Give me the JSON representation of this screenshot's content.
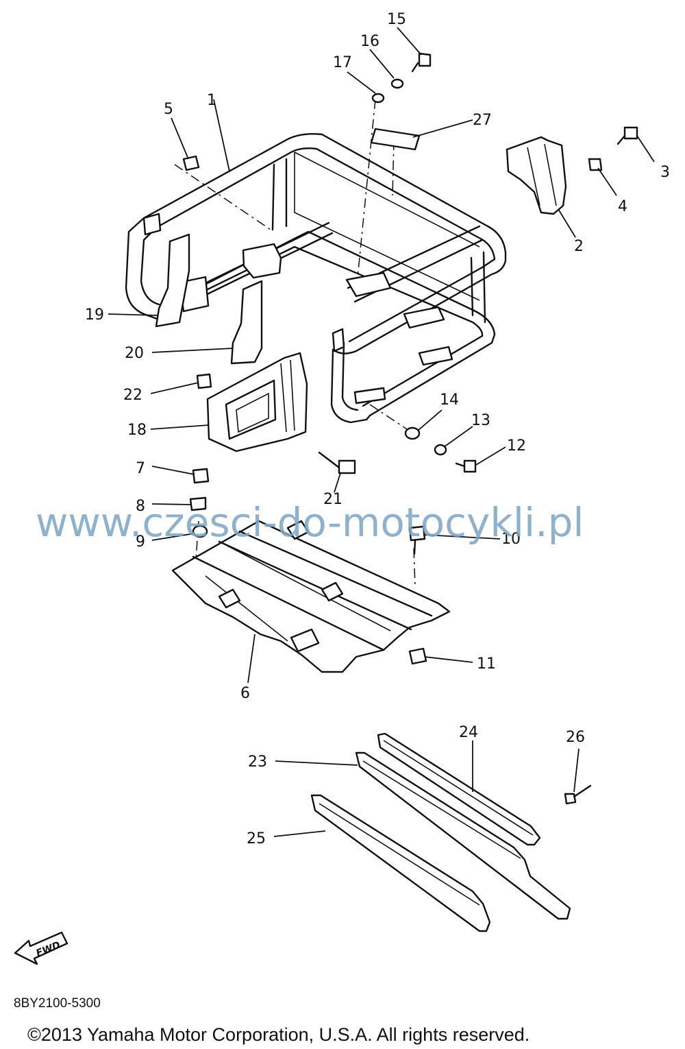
{
  "diagram": {
    "parts": [
      {
        "id": "1",
        "label": "1"
      },
      {
        "id": "2",
        "label": "2"
      },
      {
        "id": "3",
        "label": "3"
      },
      {
        "id": "4",
        "label": "4"
      },
      {
        "id": "5",
        "label": "5"
      },
      {
        "id": "6",
        "label": "6"
      },
      {
        "id": "7",
        "label": "7"
      },
      {
        "id": "8",
        "label": "8"
      },
      {
        "id": "9",
        "label": "9"
      },
      {
        "id": "10",
        "label": "10"
      },
      {
        "id": "11",
        "label": "11"
      },
      {
        "id": "12",
        "label": "12"
      },
      {
        "id": "13",
        "label": "13"
      },
      {
        "id": "14",
        "label": "14"
      },
      {
        "id": "15",
        "label": "15"
      },
      {
        "id": "16",
        "label": "16"
      },
      {
        "id": "17",
        "label": "17"
      },
      {
        "id": "18",
        "label": "18"
      },
      {
        "id": "19",
        "label": "19"
      },
      {
        "id": "20",
        "label": "20"
      },
      {
        "id": "21",
        "label": "21"
      },
      {
        "id": "22",
        "label": "22"
      },
      {
        "id": "23",
        "label": "23"
      },
      {
        "id": "24",
        "label": "24"
      },
      {
        "id": "25",
        "label": "25"
      },
      {
        "id": "26",
        "label": "26"
      },
      {
        "id": "27",
        "label": "27"
      }
    ],
    "fwd_label": "FWD",
    "code": "8BY2100-5300",
    "copyright": "©2013 Yamaha Motor Corporation, U.S.A. All rights reserved."
  },
  "watermark": {
    "text": "www.czesci-do-motocykli.pl",
    "color": "#7fa8c8"
  }
}
